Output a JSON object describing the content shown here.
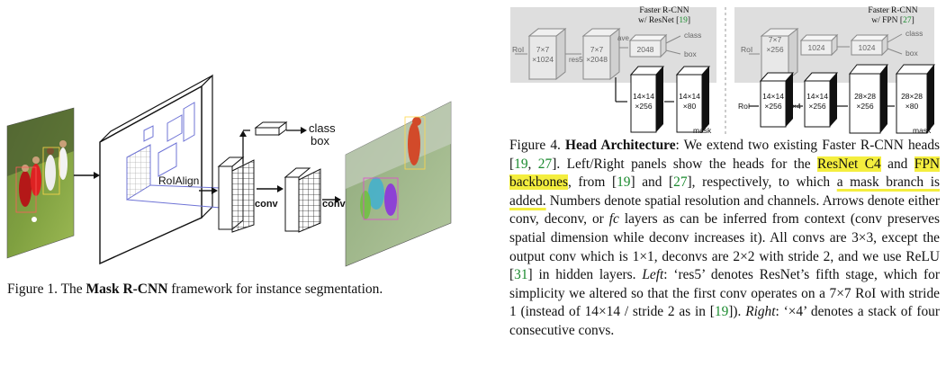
{
  "figure1": {
    "diagram": {
      "roialign_label": "RoIAlign",
      "conv_label_1": "conv",
      "conv_label_2": "conv",
      "class_label": "class",
      "box_label": "box"
    },
    "caption": {
      "prefix": "Figure 1. The ",
      "bold": "Mask R-CNN",
      "suffix": " framework for instance segmentation."
    }
  },
  "figure4": {
    "diagram": {
      "left_title_line1": "Faster R-CNN",
      "left_title_line2_a": "w/ ResNet [",
      "left_title_cite": "19",
      "left_title_line2_b": "]",
      "right_title_line1": "Faster R-CNN",
      "right_title_line2_a": "w/ FPN [",
      "right_title_cite": "27",
      "right_title_line2_b": "]",
      "left_roi": "RoI",
      "left_box1_line1": "7×7",
      "left_box1_line2": "×1024",
      "left_res5": "res5",
      "left_box2_line1": "7×7",
      "left_box2_line2": "×2048",
      "left_ave": "ave",
      "left_fc": "2048",
      "left_class": "class",
      "left_box": "box",
      "left_mask1_line1": "14×14",
      "left_mask1_line2": "×256",
      "left_mask2_line1": "14×14",
      "left_mask2_line2": "×80",
      "left_mask_label": "mask",
      "right_roi_top": "RoI",
      "right_box1_line1": "7×7",
      "right_box1_line2": "×256",
      "right_fc1": "1024",
      "right_fc2": "1024",
      "right_class": "class",
      "right_box": "box",
      "right_roi_bottom": "RoI",
      "right_m1_line1": "14×14",
      "right_m1_line2": "×256",
      "right_x4": "×4",
      "right_m2_line1": "14×14",
      "right_m2_line2": "×256",
      "right_m3_line1": "28×28",
      "right_m3_line2": "×256",
      "right_m4_line1": "28×28",
      "right_m4_line2": "×80",
      "right_mask_label": "mask"
    },
    "caption": {
      "t01": "Figure 4. ",
      "t02": "Head Architecture",
      "t03": ": We extend two existing Faster R-CNN heads [",
      "c19a": "19",
      "t04": ", ",
      "c27a": "27",
      "t05": "].  Left/Right panels show the heads for the ",
      "hl1": "ResNet C4",
      "t06": " and ",
      "hl2": "FPN backbones",
      "t07": ", from [",
      "c19b": "19",
      "t08": "] and [",
      "c27b": "27",
      "t09": "], respectively, to which ",
      "ul1": "a mask branch is added.",
      "t10": " Numbers denote spatial resolution and channels. Arrows denote either conv, deconv, or ",
      "it1": "fc",
      "t11": " layers as can be inferred from context (conv preserves spatial dimension while deconv increases it). All convs are 3×3, except the output conv which is 1×1, deconvs are 2×2 with stride 2, and we use ReLU [",
      "c31": "31",
      "t12": "] in hidden layers. ",
      "it2": "Left",
      "t13": ": ‘res5’ denotes ResNet’s fifth stage, which for simplicity we altered so that the first conv operates on a 7×7 RoI with stride 1 (instead of 14×14 / stride 2 as in [",
      "c19c": "19",
      "t14": "]). ",
      "it3": "Right",
      "t15": ": ‘×4’ denotes a stack of four consecutive convs."
    }
  },
  "colors": {
    "highlight": "#f4ee3e",
    "citation": "#1a8a2e",
    "panel_bg": "#dedede",
    "roi_blue": "#6f74d6"
  }
}
